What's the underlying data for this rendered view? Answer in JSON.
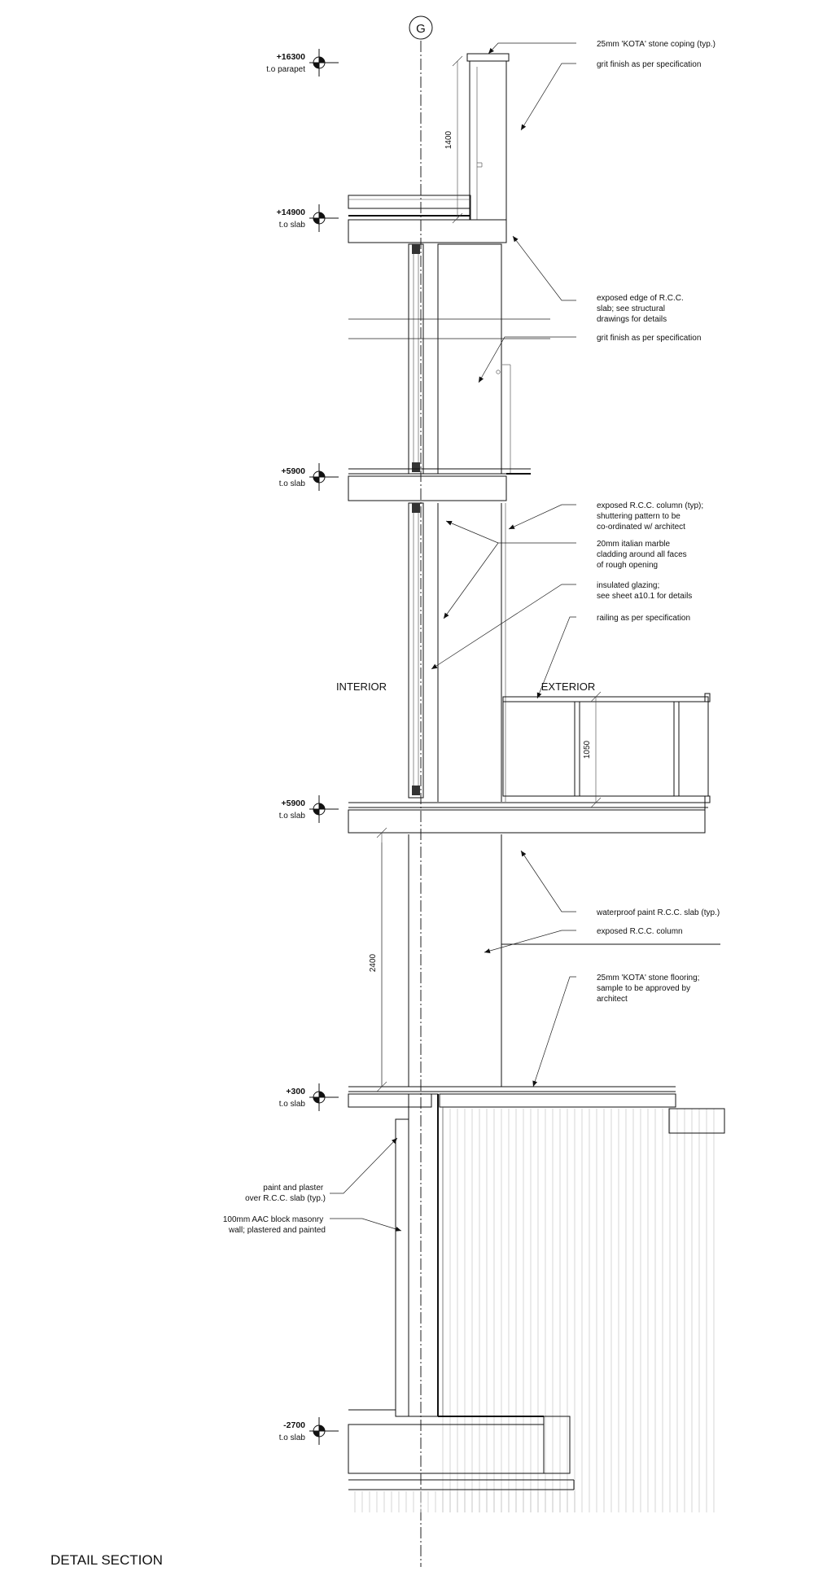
{
  "title": "DETAIL SECTION",
  "grid_bubble": "G",
  "rooms": {
    "interior": "INTERIOR",
    "exterior": "EXTERIOR"
  },
  "levels": [
    {
      "value": "+16300",
      "label": "t.o parapet"
    },
    {
      "value": "+14900",
      "label": "t.o slab"
    },
    {
      "value": "+5900",
      "label": "t.o slab"
    },
    {
      "value": "+5900",
      "label": "t.o slab"
    },
    {
      "value": "+300",
      "label": "t.o slab"
    },
    {
      "value": "-2700",
      "label": "t.o slab"
    }
  ],
  "dimensions": {
    "parapet": "1400",
    "railing": "1050",
    "storey": "2400"
  },
  "notes": [
    {
      "lines": [
        "25mm 'KOTA' stone coping (typ.)"
      ]
    },
    {
      "lines": [
        "grit finish as per specification"
      ]
    },
    {
      "lines": [
        "exposed edge of R.C.C.",
        "slab; see structural",
        "drawings for details"
      ]
    },
    {
      "lines": [
        "grit finish as per specification"
      ]
    },
    {
      "lines": [
        "exposed R.C.C. column (typ);",
        "shuttering pattern to be",
        "co-ordinated w/ architect"
      ]
    },
    {
      "lines": [
        "20mm italian marble",
        "cladding around all faces",
        "of rough opening"
      ]
    },
    {
      "lines": [
        "insulated glazing;",
        "see sheet a10.1 for details"
      ]
    },
    {
      "lines": [
        "railing as per specification"
      ]
    },
    {
      "lines": [
        "waterproof paint R.C.C. slab (typ.)"
      ]
    },
    {
      "lines": [
        "exposed R.C.C. column"
      ]
    },
    {
      "lines": [
        "25mm 'KOTA' stone flooring;",
        "sample to be approved by",
        "architect"
      ]
    },
    {
      "lines": [
        "paint and plaster",
        "over R.C.C. slab (typ.)"
      ]
    },
    {
      "lines": [
        "100mm AAC block masonry",
        "wall; plastered and painted"
      ]
    }
  ]
}
